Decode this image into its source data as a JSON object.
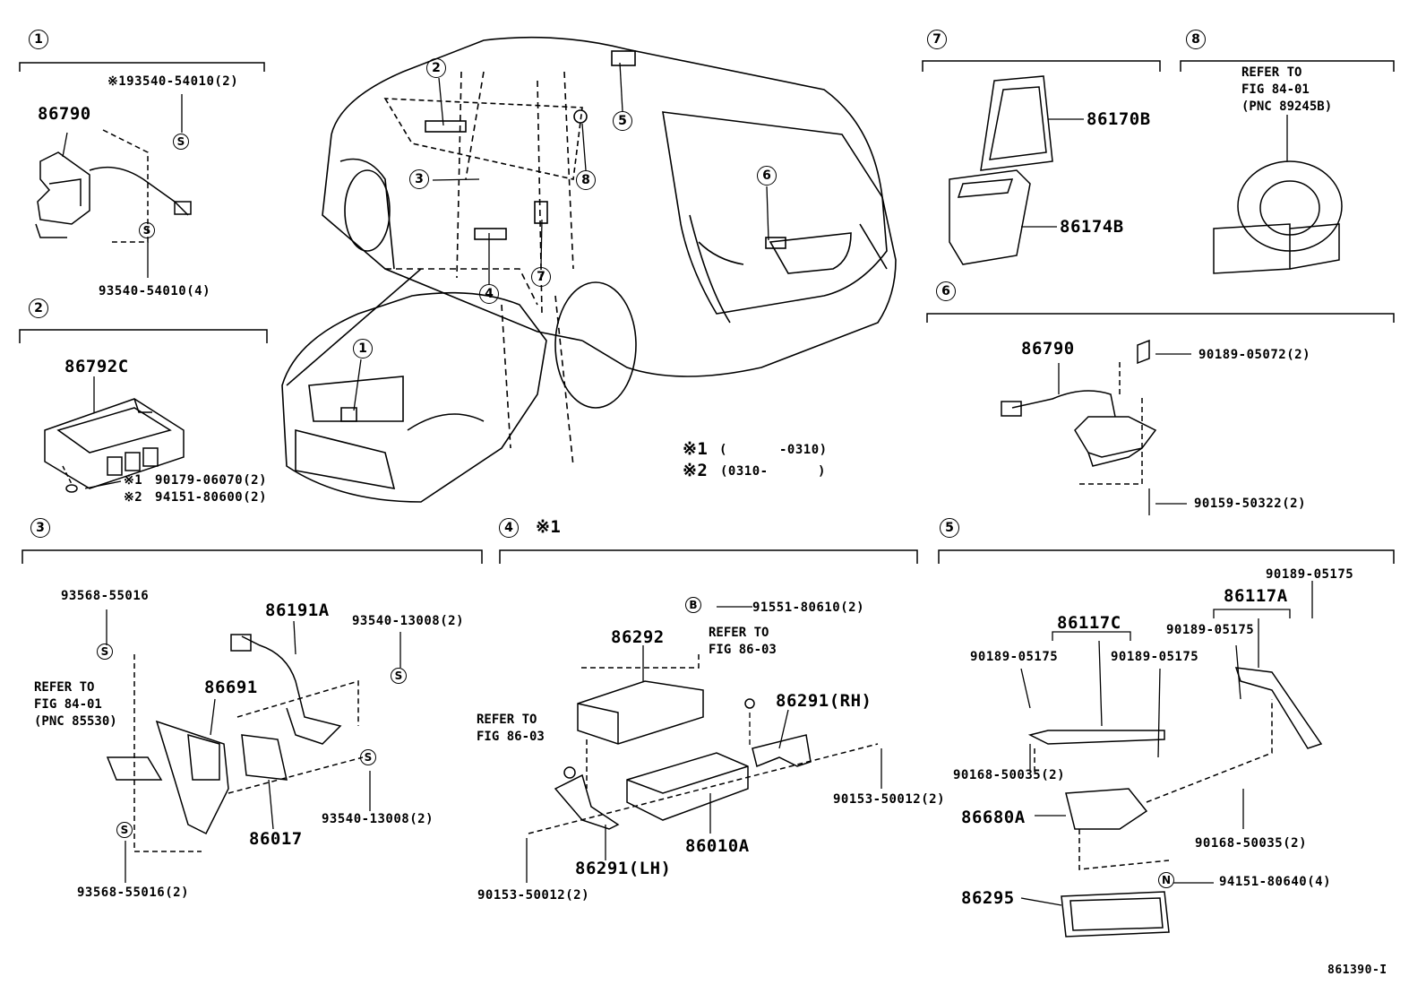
{
  "sections": [
    {
      "num": "1"
    },
    {
      "num": "2"
    },
    {
      "num": "3"
    },
    {
      "num": "4",
      "note": "※1"
    },
    {
      "num": "5"
    },
    {
      "num": "6"
    },
    {
      "num": "7"
    },
    {
      "num": "8"
    }
  ],
  "vehicle_callouts": [
    "1",
    "2",
    "3",
    "4",
    "5",
    "6",
    "7",
    "8"
  ],
  "legend": {
    "l1_mark": "※1",
    "l1_open": "(",
    "l1_val": "-0310)",
    "l2_mark": "※2",
    "l2_val": "(0310-",
    "l2_close": ")"
  },
  "s1": {
    "part": "86790",
    "bolt_top": "※193540-54010(2)",
    "bolt_bottom": "93540-54010(4)",
    "s_marker": "S"
  },
  "s2": {
    "part": "86792C",
    "bolt1_mark": "※1",
    "bolt1": "90179-06070(2)",
    "bolt2_mark": "※2",
    "bolt2": "94151-80600(2)"
  },
  "s3": {
    "p1": "93568-55016",
    "p2": "86191A",
    "p3": "93540-13008(2)",
    "p4": "86691",
    "ref": "REFER TO\nFIG 84-01\n(PNC 85530)",
    "p5": "93540-13008(2)",
    "p6": "86017",
    "p7": "93568-55016(2)",
    "s_marker": "S"
  },
  "s4": {
    "b_marker": "B",
    "p1": "91551-80610(2)",
    "p2": "86292",
    "ref1": "REFER TO\nFIG 86-03",
    "p3": "86291(RH)",
    "ref2": "REFER TO\nFIG 86-03",
    "p4": "90153-50012(2)",
    "p5": "86291(LH)",
    "p6": "86010A",
    "p7": "90153-50012(2)"
  },
  "s5": {
    "p1": "90189-05175",
    "p2": "86117A",
    "p3": "86117C",
    "p4": "90189-05175",
    "p5": "90189-05175",
    "p6": "90189-05175",
    "p7": "90168-50035(2)",
    "p8": "86680A",
    "p9": "90168-50035(2)",
    "n_marker": "N",
    "p10": "94151-80640(4)",
    "p11": "86295"
  },
  "s6": {
    "p1": "86790",
    "p2": "90189-05072(2)",
    "p3": "90159-50322(2)"
  },
  "s7": {
    "p1": "86170B",
    "p2": "86174B"
  },
  "s8": {
    "ref": "REFER TO\nFIG 84-01\n(PNC 89245B)"
  },
  "footer_id": "861390-I"
}
